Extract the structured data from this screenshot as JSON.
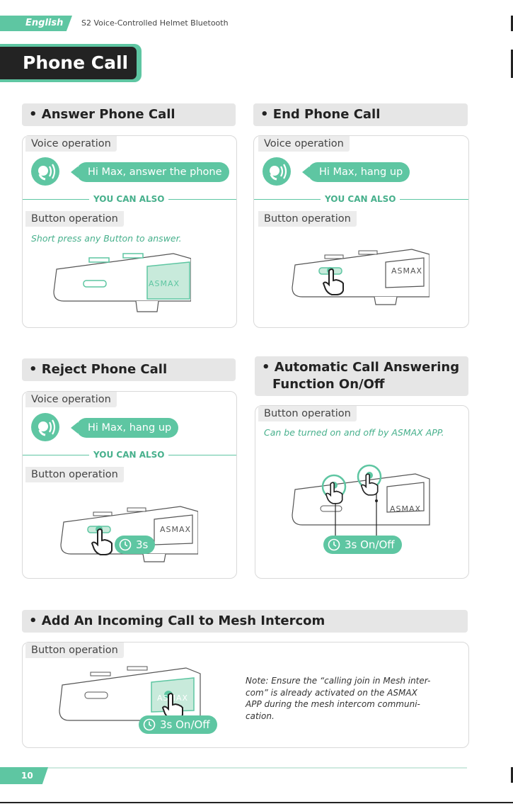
{
  "header": {
    "language": "English",
    "doc_title": "S2 Voice-Controlled Helmet Bluetooth"
  },
  "section_title": "Phone Call",
  "labels": {
    "voice_operation": "Voice operation",
    "button_operation": "Button operation",
    "you_can_also": "YOU CAN ALSO",
    "brand": "ASMAX"
  },
  "answer": {
    "title": "• Answer Phone Call",
    "voice_command": "Hi Max, answer the phone",
    "button_note": "Short press any Button to answer."
  },
  "end": {
    "title": "•  End Phone Call",
    "voice_command": "Hi Max, hang up"
  },
  "reject": {
    "title": "• Reject Phone Call",
    "voice_command": "Hi Max, hang up",
    "hold_label": "3s"
  },
  "auto_answer": {
    "title_line1": "• Automatic Call Answering",
    "title_line2": "Function On/Off",
    "button_note": "Can be turned on and off by ASMAX APP.",
    "hold_label": "3s On/Off"
  },
  "mesh": {
    "title": "• Add An Incoming Call to Mesh Intercom",
    "hold_label": "3s On/Off",
    "note_lines": [
      "Note: Ensure the “calling join in Mesh inter-",
      "com” is already activated on the ASMAX",
      "APP during the mesh intercom communi-",
      "cation."
    ]
  },
  "footer": {
    "page_number": "10"
  },
  "colors": {
    "accent": "#5ec6a2",
    "dark": "#232323",
    "bar": "#e6e6e6"
  },
  "icons": [
    "voice-speaker-icon",
    "clock-icon",
    "hand-pointer-icon",
    "headset-device-icon"
  ]
}
